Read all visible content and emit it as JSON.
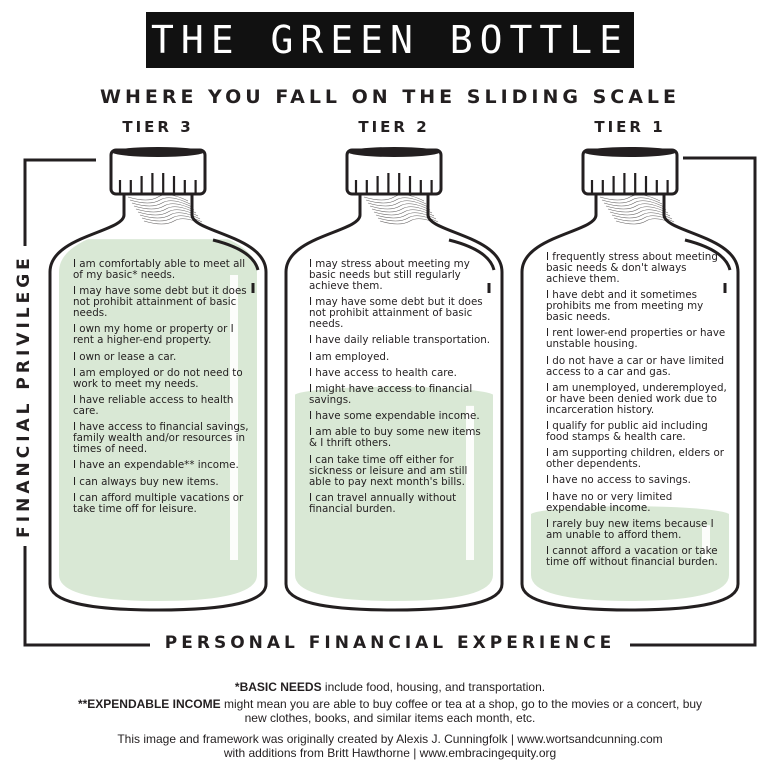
{
  "title": "THE GREEN BOTTLE",
  "subtitle": "WHERE YOU FALL ON THE SLIDING SCALE",
  "y_axis_label": "FINANCIAL PRIVILEGE",
  "x_axis_label": "PERSONAL FINANCIAL EXPERIENCE",
  "colors": {
    "fill": "#d9e8d5",
    "ink": "#231f20",
    "title_bg": "#111111"
  },
  "tiers": [
    {
      "label": "TIER 3",
      "fill_level": 0.97,
      "items": [
        "I am comfortably able to meet all of my basic* needs.",
        "I may have some debt but it does not prohibit attainment of basic needs.",
        "I own my home or property or I rent a higher-end property.",
        "I own or lease a car.",
        "I am employed or do not need to work to meet my needs.",
        "I have reliable access to health care.",
        "I have access to financial savings, family wealth and/or resources in times of need.",
        "I have an expendable** income.",
        "I can always buy new items.",
        "I can afford multiple vacations or take time off for leisure."
      ]
    },
    {
      "label": "TIER 2",
      "fill_level": 0.55,
      "items": [
        "I may stress about meeting my basic needs but still regularly achieve them.",
        "I may have some debt but it does not prohibit attainment of basic needs.",
        "I have daily reliable transportation.",
        "I am employed.",
        "I have access to health care.",
        "I might have access to financial savings.",
        "I have some expendable income.",
        "I am able to buy some new items & I thrift others.",
        "I can take time off either for sickness or leisure and am still able to pay next month's bills.",
        "I can travel annually without financial burden."
      ]
    },
    {
      "label": "TIER 1",
      "fill_level": 0.23,
      "items": [
        "I frequently stress about meeting basic needs & don't always achieve them.",
        "I have debt and it sometimes prohibits me from meeting my basic needs.",
        "I rent lower-end properties or have unstable housing.",
        "I do not have a car or have limited access to a car and gas.",
        "I am unemployed, underemployed, or have been denied work due to incarceration history.",
        "I qualify for public aid including food stamps & health care.",
        "I am supporting children, elders or other dependents.",
        "I have no access to savings.",
        "I have no or very limited expendable income.",
        "I rarely buy new items because I am unable to afford them.",
        "I cannot afford a vacation or take time off without financial burden."
      ]
    }
  ],
  "footer": {
    "basic_needs_term": "*BASIC NEEDS",
    "basic_needs_text": " include food, housing, and transportation.",
    "expendable_term": "**EXPENDABLE INCOME",
    "expendable_text": " might mean you are able to buy coffee or tea at a shop, go to the movies or a concert, buy new clothes, books, and similar items each month, etc.",
    "credit_line1": "This image and framework was originally created by Alexis J. Cunningfolk  |  www.wortsandcunning.com",
    "credit_line2": "with additions from Britt Hawthorne  |  www.embracingequity.org"
  }
}
